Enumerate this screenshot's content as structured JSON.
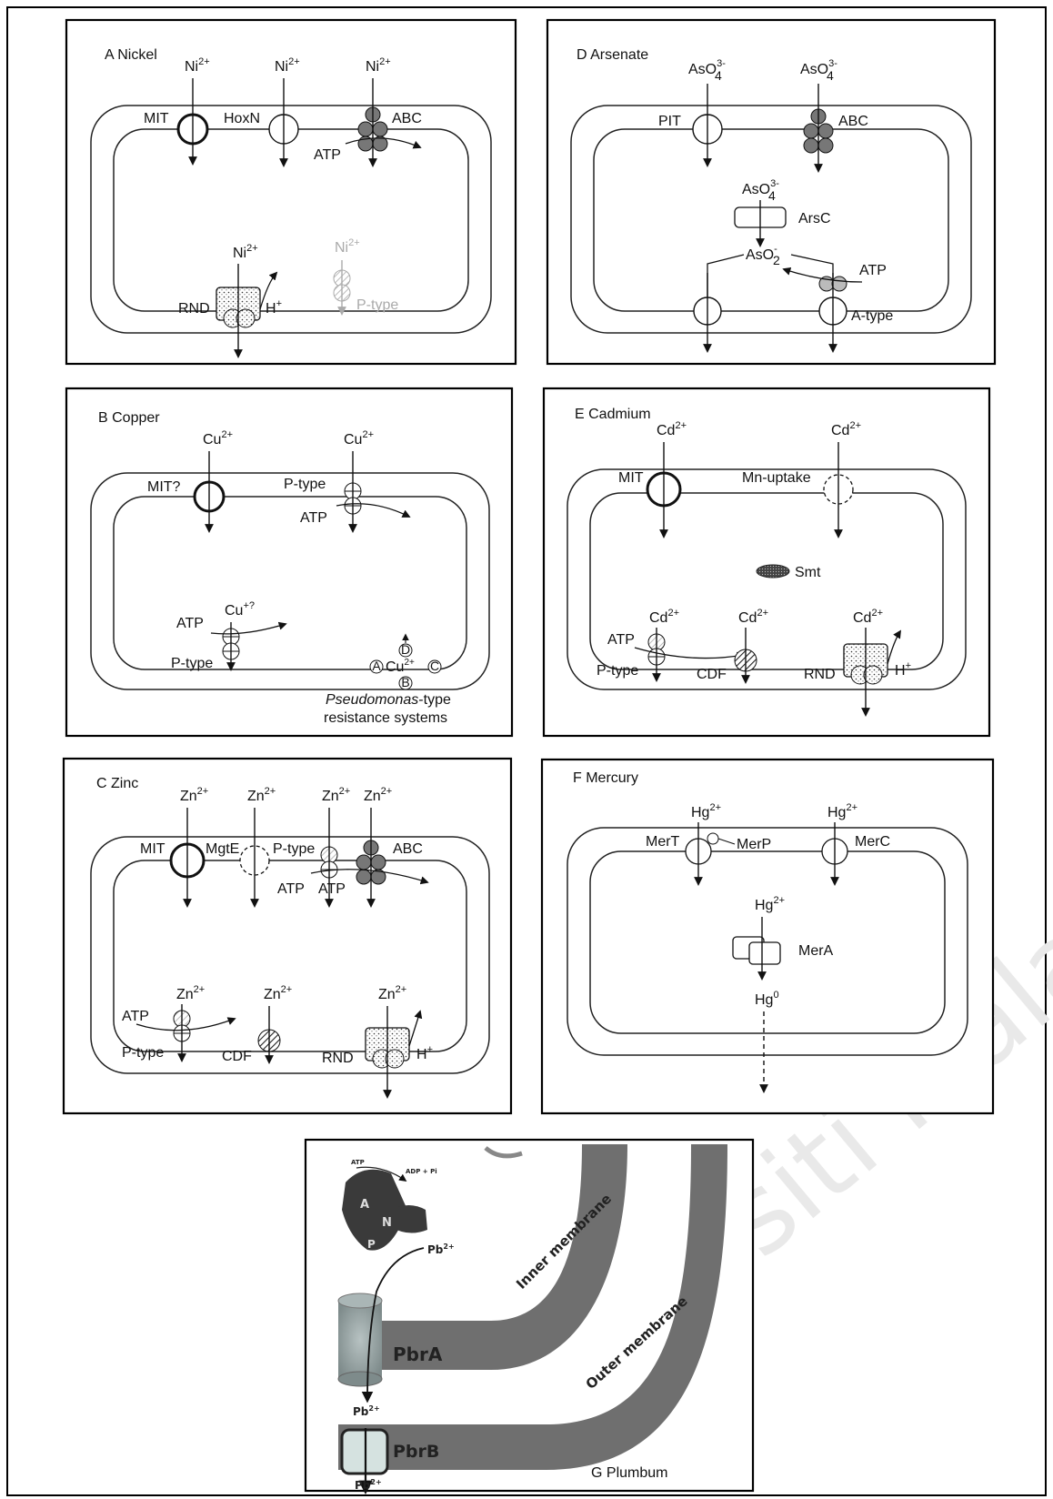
{
  "watermark": "Universiti Malaya",
  "panels": {
    "A": {
      "title": "A  Nickel",
      "ion": "Ni",
      "charge": "2+",
      "mit": "MIT",
      "hoxn": "HoxN",
      "abc": "ABC",
      "atp": "ATP",
      "rnd": "RND",
      "proton": "H",
      "proton_sup": "+",
      "ptype": "P-type"
    },
    "B": {
      "title": "B  Copper",
      "ion": "Cu",
      "charge": "2+",
      "mit": "MIT?",
      "ptype": "P-type",
      "atp": "ATP",
      "cu_plus": "Cu",
      "cu_plus_sup": "+?",
      "pseudo_italic": "Pseudomonas",
      "pseudo_rest": "-type",
      "resistance": "resistance systems",
      "letters": [
        "A",
        "B",
        "C",
        "D"
      ]
    },
    "C": {
      "title": "C  Zinc",
      "ion": "Zn",
      "charge": "2+",
      "mit": "MIT",
      "mgte": "MgtE",
      "ptype": "P-type",
      "abc": "ABC",
      "atp": "ATP",
      "cdf": "CDF",
      "rnd": "RND",
      "proton": "H",
      "proton_sup": "+"
    },
    "D": {
      "title": "D  Arsenate",
      "asenate_base": "AsO",
      "asenate_sub": "4",
      "asenate_sup": "3-",
      "arsenite_base": "AsO",
      "arsenite_sub": "2",
      "arsenite_sup": "-",
      "pit": "PIT",
      "abc": "ABC",
      "arsc": "ArsC",
      "atp": "ATP",
      "atype": "A-type"
    },
    "E": {
      "title": "E  Cadmium",
      "ion": "Cd",
      "charge": "2+",
      "mit": "MIT",
      "mn": "Mn-uptake",
      "smt": "Smt",
      "atp": "ATP",
      "ptype": "P-type",
      "cdf": "CDF",
      "rnd": "RND",
      "proton": "H",
      "proton_sup": "+"
    },
    "F": {
      "title": "F  Mercury",
      "ion": "Hg",
      "charge": "2+",
      "hg0": "Hg",
      "hg0_sup": "0",
      "mert": "MerT",
      "merp": "MerP",
      "merc": "MerC",
      "mera": "MerA"
    },
    "G": {
      "title": "G Plumbum",
      "pbra": "PbrA",
      "pbrb": "PbrB",
      "inner": "Inner membrane",
      "outer": "Outer membrane",
      "pb": "Pb",
      "pb_sup": "2+",
      "atp": "ATP",
      "adp": "ADP + Pi",
      "dom_a": "A",
      "dom_n": "N",
      "dom_p": "P"
    }
  },
  "colors": {
    "membrane_grey": "#6f6f6f",
    "pbra_fill": "#9aa6a6",
    "pbrb_fill": "#d5e2e0",
    "dark_protein": "#3a3a3a"
  }
}
